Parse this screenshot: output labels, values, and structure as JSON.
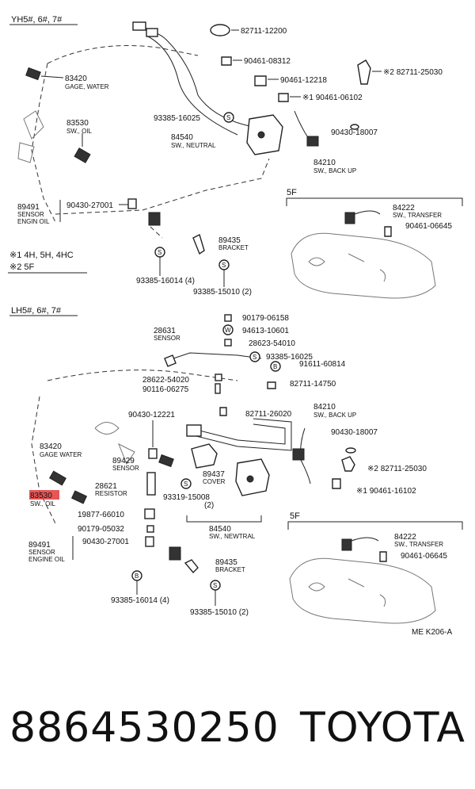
{
  "sections": {
    "top_header": "YH5#, 6#, 7#",
    "bottom_header": "LH5#, 6#, 7#",
    "top_inset_label": "5F",
    "bottom_inset_label": "5F",
    "note1": "※1 4H, 5H, 4HC",
    "note2": "※2 5F"
  },
  "top": {
    "p82711_12200": "82711-12200",
    "p90461_08312": "90461-08312",
    "p90461_12218": "90461-12218",
    "p82711_25030": "※2 82711-25030",
    "p90461_06102": "※1 90461-06102",
    "p83420": "83420",
    "p83420_sub": "GAGE, WATER",
    "p83530": "83530",
    "p83530_sub": "SW., OIL",
    "p93385_16025": "93385-16025",
    "p84540": "84540",
    "p84540_sub": "SW., NEUTRAL",
    "p90430_18007": "90430-18007",
    "p84210": "84210",
    "p84210_sub": "SW., BACK UP",
    "p89491": "89491",
    "p89491_sub1": "SENSOR",
    "p89491_sub2": "ENGIN OIL",
    "p90430_27001": "90430-27001",
    "p89435": "89435",
    "p89435_sub": "BRACKET",
    "p93385_16014": "93385-16014 (4)",
    "p93385_15010": "93385-15010 (2)",
    "p84222": "84222",
    "p84222_sub": "SW., TRANSFER",
    "p90461_06645": "90461-06645"
  },
  "bottom": {
    "p90179_06158": "90179-06158",
    "p28631": "28631",
    "p28631_sub": "SENSOR",
    "p94613_10601": "94613-10601",
    "p28623_54010": "28623-54010",
    "p93385_16025": "93385-16025",
    "p91611_60814": "91611-60814",
    "p28622_54020": "28622-54020",
    "p82711_14750": "82711-14750",
    "p90116_06275": "90116-06275",
    "p90430_12221": "90430-12221",
    "p82711_26020": "82711-26020",
    "p84210": "84210",
    "p84210_sub": "SW., BACK UP",
    "p90430_18007": "90430-18007",
    "p83420": "83420",
    "p83420_sub": "GAGE WATER",
    "p89429": "89429",
    "p89429_sub": "SENSOR",
    "p89437": "89437",
    "p89437_sub": "COVER",
    "p82711_25030": "※2 82711-25030",
    "p28621": "28621",
    "p28621_sub": "RESISTOR",
    "p83530": "83530",
    "p83530_sub": "SW., OIL",
    "p93319_15008": "93319-15008",
    "p93319_15008_qty": "(2)",
    "p90461_16102": "※1 90461-16102",
    "p19877_66010": "19877-66010",
    "p90179_05032": "90179-05032",
    "p84540": "84540",
    "p84540_sub": "SW., NEWTRAL",
    "p89491": "89491",
    "p89491_sub1": "SENSOR",
    "p89491_sub2": "ENGINE OIL",
    "p90430_27001": "90430-27001",
    "p89435": "89435",
    "p89435_sub": "BRACKET",
    "p84222": "84222",
    "p84222_sub": "SW., TRANSFER",
    "p90461_06645": "90461-06645",
    "p93385_16014": "93385-16014 (4)",
    "p93385_15010": "93385-15010 (2)",
    "figure_code": "ME K206-A"
  },
  "symbols": {
    "s": "S",
    "w": "W",
    "b": "B"
  },
  "footer": {
    "part_number": "8864530250",
    "brand": "TOYOTA"
  },
  "colors": {
    "highlight": "#e03a3a"
  }
}
